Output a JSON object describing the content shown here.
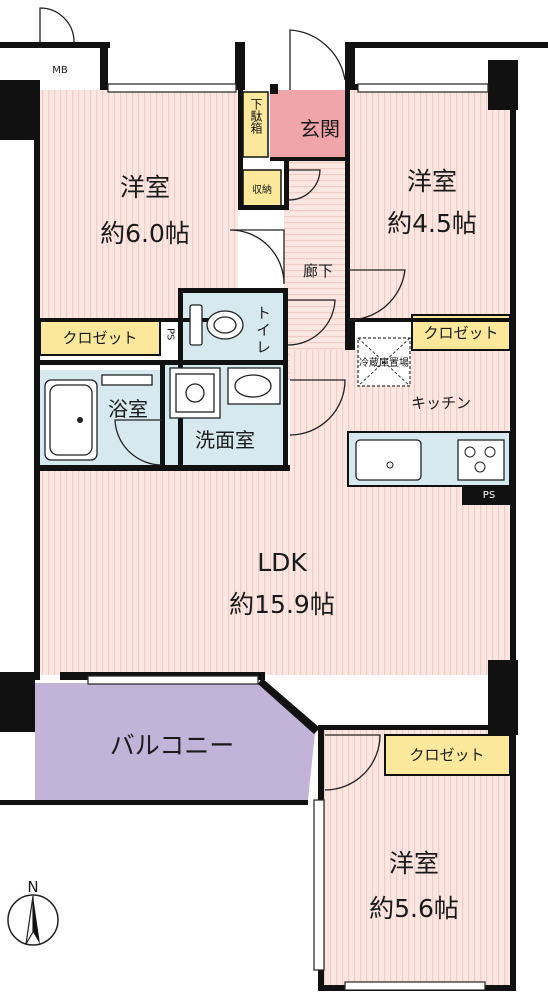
{
  "plan": {
    "rooms": {
      "bedroom_nw": {
        "name": "洋室",
        "size": "約6.0帖"
      },
      "bedroom_ne": {
        "name": "洋室",
        "size": "約4.5帖"
      },
      "bedroom_s": {
        "name": "洋室",
        "size": "約5.6帖"
      },
      "ldk": {
        "name": "LDK",
        "size": "約15.9帖"
      },
      "balcony": {
        "name": "バルコニー"
      },
      "entrance": {
        "name": "玄関"
      },
      "hallway": {
        "name": "廊下"
      },
      "toilet": {
        "name": "トイレ"
      },
      "bathroom": {
        "name": "浴室"
      },
      "washroom": {
        "name": "洗面室"
      },
      "kitchen": {
        "name": "キッチン"
      }
    },
    "storage": {
      "closet_nw": "クロゼット",
      "closet_ne": "クロゼット",
      "closet_s": "クロゼット",
      "shoe_box": "下駄箱",
      "storage": "収納",
      "fridge": "冷蔵庫置場"
    },
    "labels": {
      "mb": "MB",
      "ps_hall": "PS",
      "ps_kitchen": "PS",
      "north": "N"
    },
    "colors": {
      "room_floor": "#fbe6e2",
      "room_stripe": "#f2cdc6",
      "wet_area": "#d5e9ee",
      "closet": "#fbe89a",
      "balcony": "#c2b4d8",
      "entrance": "#f0a5aa",
      "wall": "#111111"
    }
  }
}
